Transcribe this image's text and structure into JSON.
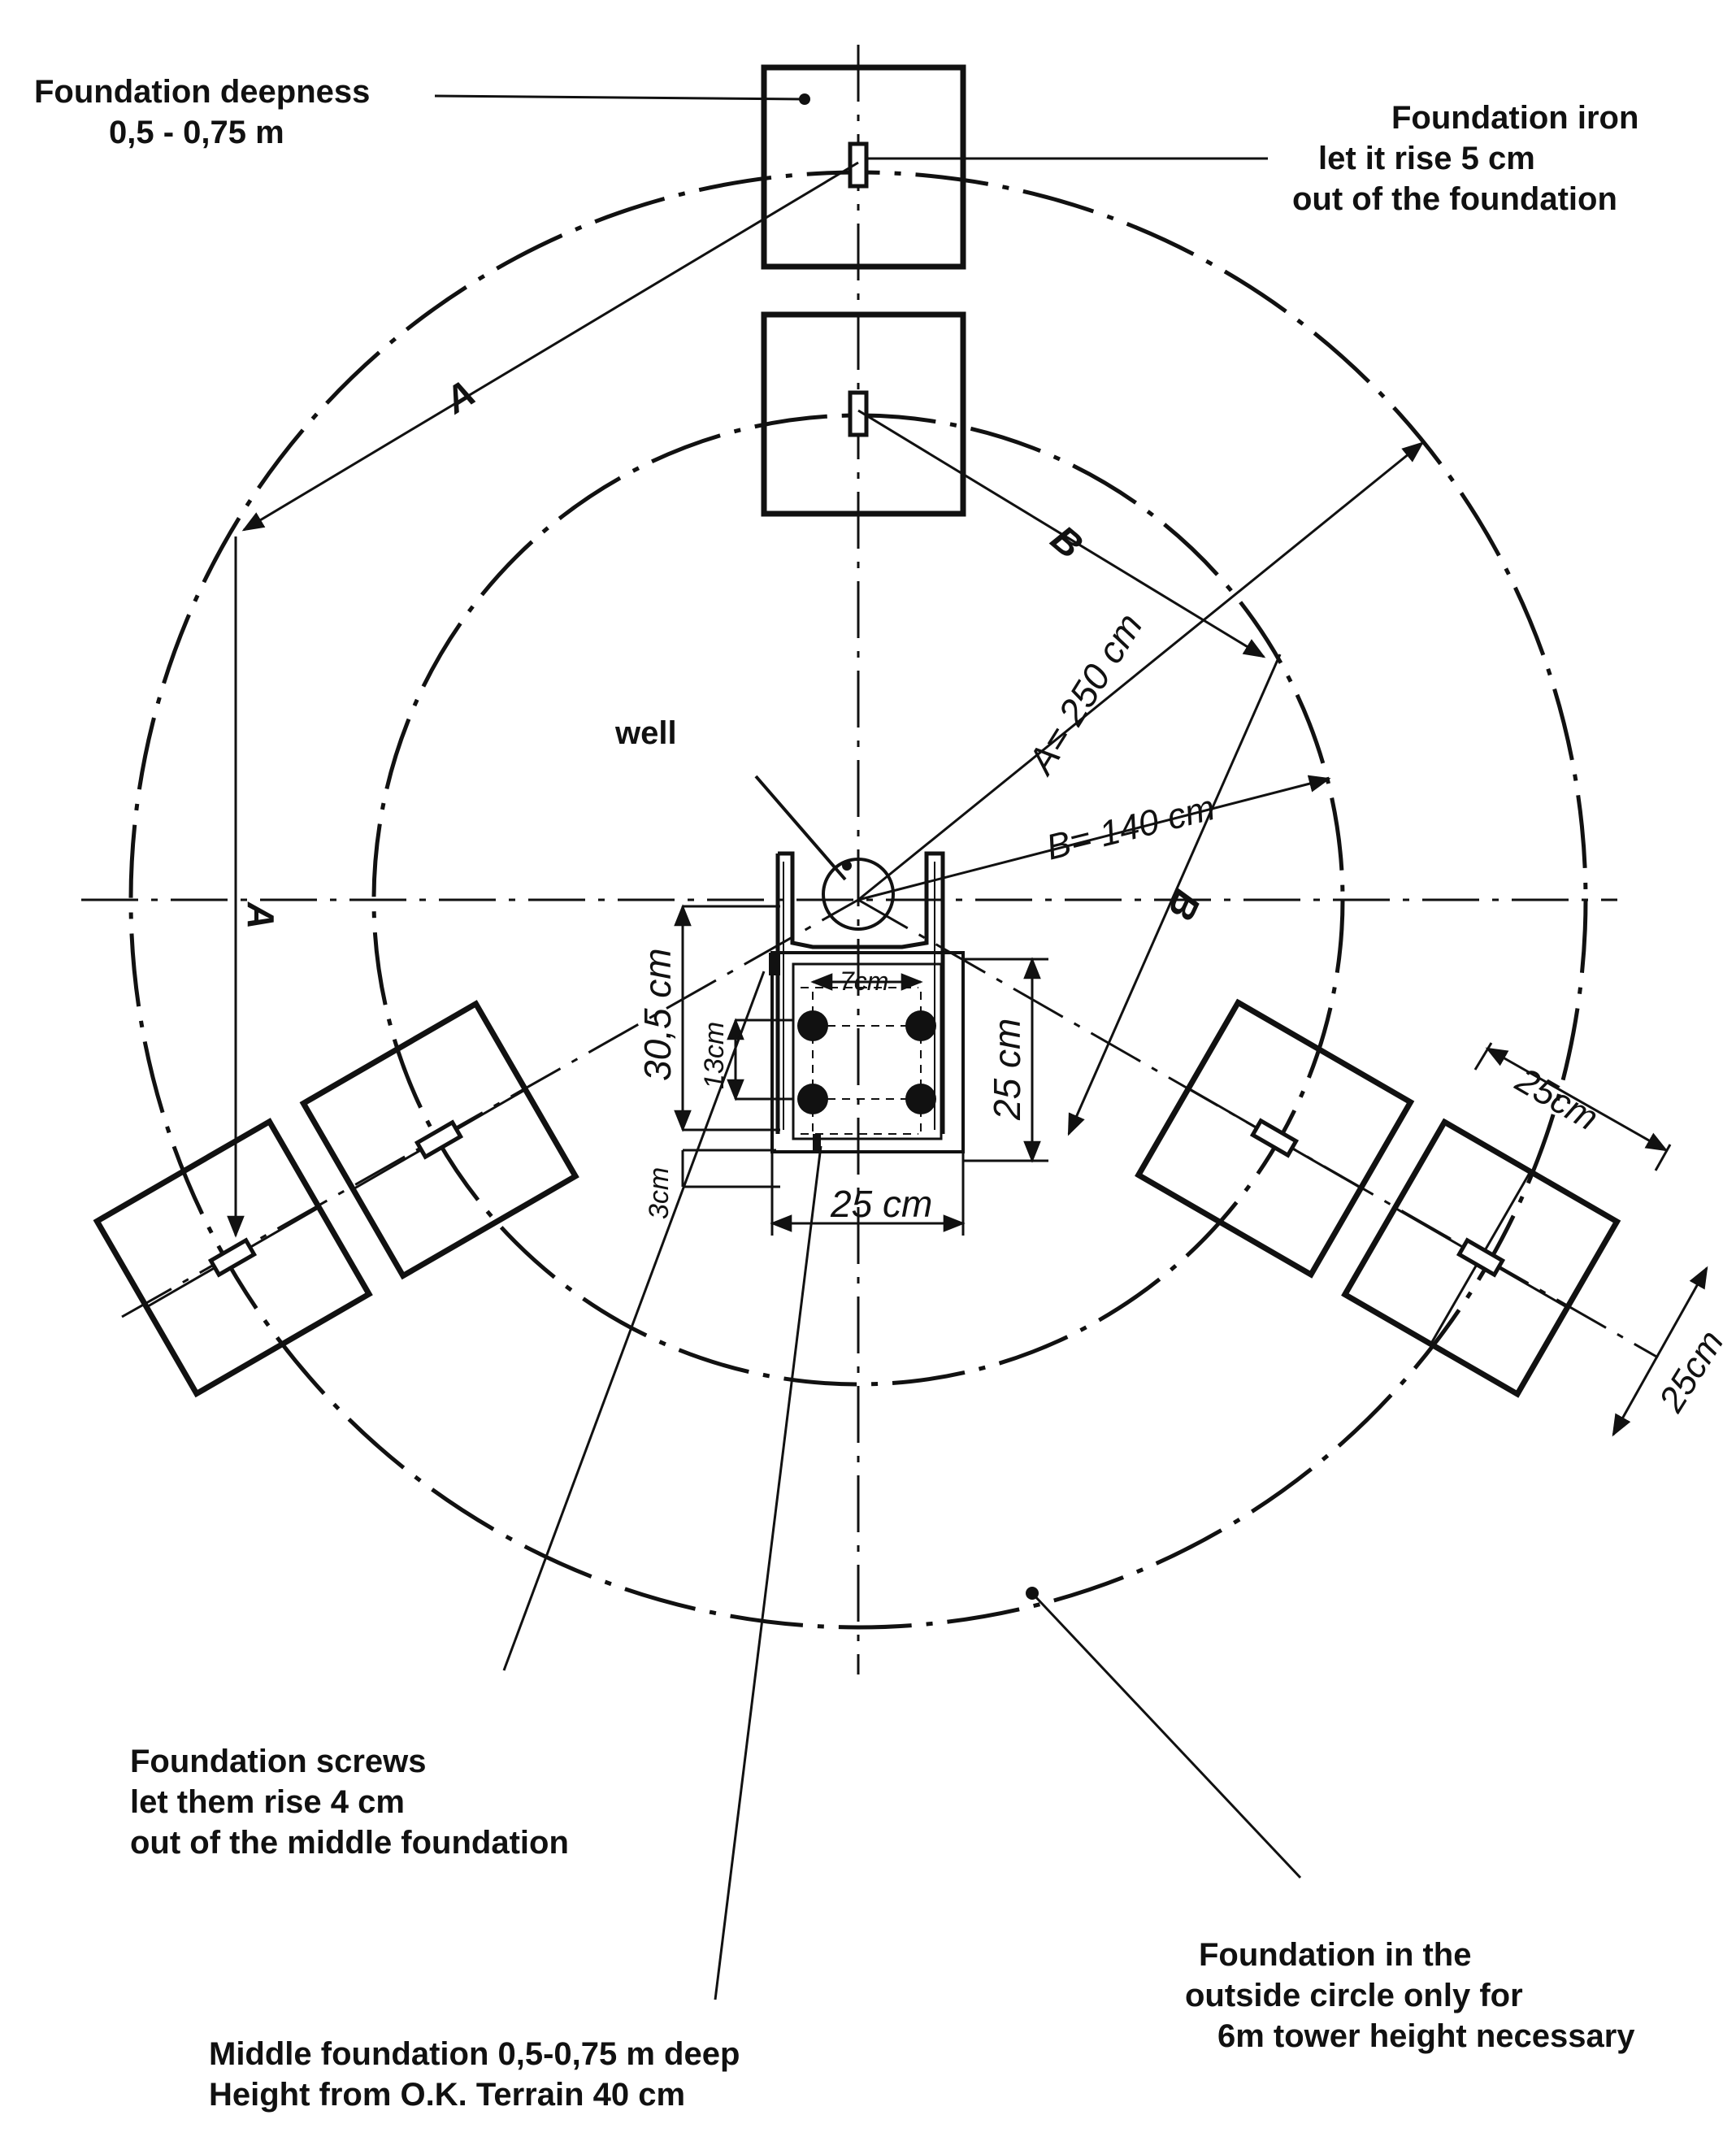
{
  "annotations": {
    "foundation_deepness": [
      "Foundation deepness",
      "0,5 - 0,75 m"
    ],
    "foundation_iron": [
      "Foundation iron",
      "let it rise 5 cm",
      "out of the foundation"
    ],
    "foundation_screws": [
      "Foundation screws",
      "let them rise 4 cm",
      "out of the middle foundation"
    ],
    "middle_foundation": [
      "Middle foundation 0,5-0,75 m deep",
      "Height from O.K. Terrain 40 cm"
    ],
    "outside_circle": [
      "Foundation in the",
      "outside circle only for",
      "6m tower height necessary"
    ],
    "well": "well"
  },
  "dimensions": {
    "radius_a": "A= 250 cm",
    "radius_b": "B= 140 cm",
    "label_a": "A",
    "label_b": "B",
    "center_height": "30,5 cm",
    "center_width": "25 cm",
    "center_depth": "25 cm",
    "screw_spacing_x": "7cm",
    "screw_spacing_y": "13cm",
    "base_offset": "3cm",
    "pad_width": "25cm",
    "pad_height": "25cm"
  },
  "colors": {
    "ink": "#111111",
    "paper": "#ffffff"
  }
}
